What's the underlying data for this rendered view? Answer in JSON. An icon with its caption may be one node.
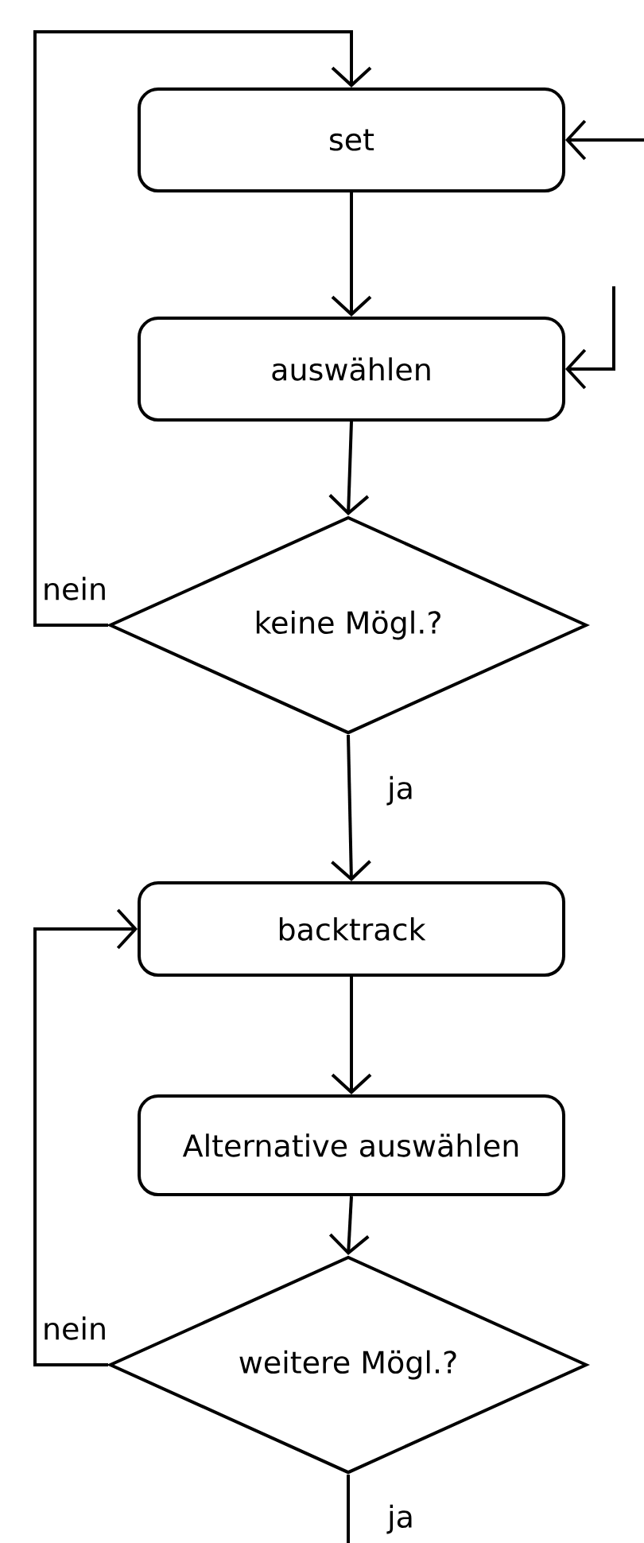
{
  "diagram": {
    "nodes": [
      {
        "text": [
          "set"
        ]
      },
      {
        "text": [
          "auswählen"
        ]
      },
      {
        "text": [
          "keine Mögl.?"
        ]
      },
      {
        "text": [
          "backtrack"
        ]
      },
      {
        "text": [
          "Alternative auswählen"
        ]
      },
      {
        "text": [
          "weitere Mögl.?"
        ]
      }
    ],
    "edges": [
      {
        "from": 0,
        "to": 1,
        "arrow": "to"
      },
      {
        "from": 1,
        "to": 2,
        "arrow": "to"
      },
      {
        "from": 2,
        "to": 0,
        "arrow": "to",
        "label": "nein"
      },
      {
        "from": 2,
        "to": 3,
        "arrow": "to",
        "label": "ja"
      },
      {
        "from": 3,
        "to": 4,
        "arrow": "to"
      },
      {
        "from": 4,
        "to": 5,
        "arrow": "to"
      },
      {
        "from": 5,
        "to": 3,
        "arrow": "to",
        "label": "nein"
      },
      {
        "from": 5,
        "to": null,
        "arrow": "none",
        "label": "ja"
      },
      {
        "from": null,
        "to": 0,
        "arrow": "to"
      },
      {
        "from": null,
        "to": 1,
        "arrow": "to"
      }
    ]
  }
}
